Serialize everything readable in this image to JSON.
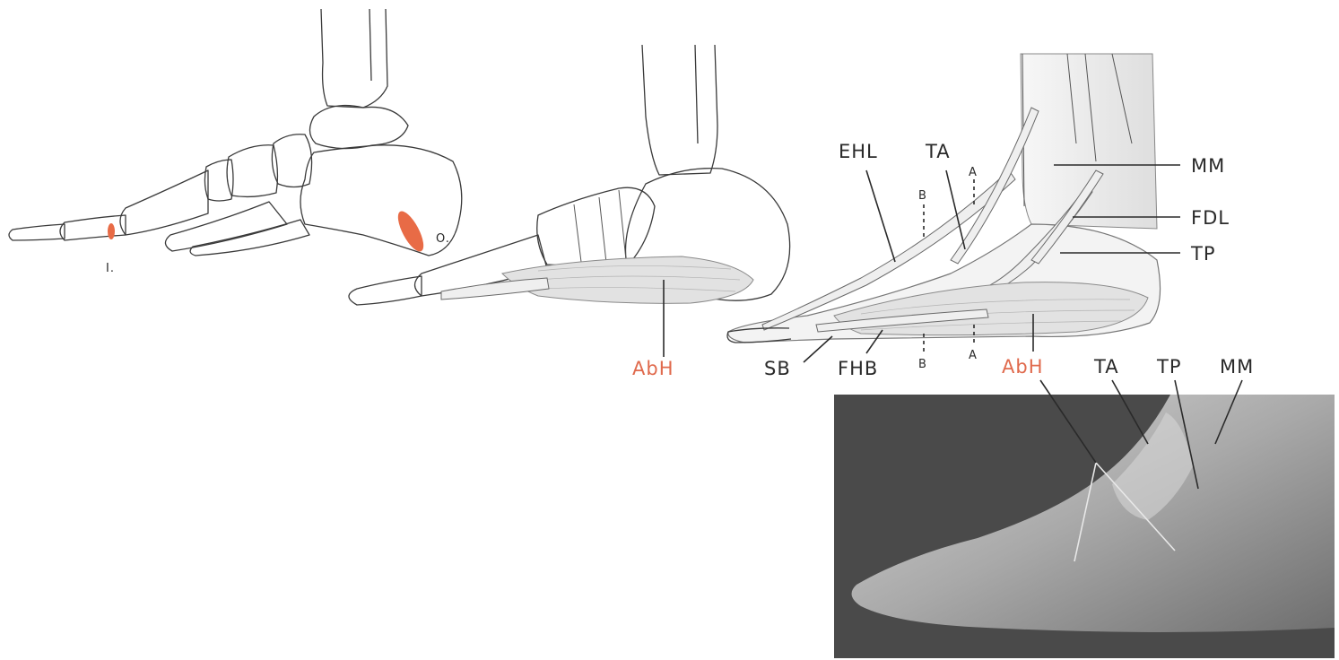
{
  "figure1": {
    "labels": {
      "insertion": "I.",
      "origin": "O."
    },
    "colors": {
      "attachment": "#e86b46"
    }
  },
  "figure2": {
    "labels": {
      "muscle": "AbH"
    },
    "colors": {
      "highlight_label": "#e06a4d"
    }
  },
  "figure3": {
    "labels": {
      "ehl": "EHL",
      "ta": "TA",
      "mm": "MM",
      "fdl": "FDL",
      "tp": "TP",
      "sb": "SB",
      "fhb": "FHB",
      "abh": "AbH",
      "section_b_top": "B",
      "section_a_top": "A",
      "section_b_bottom": "B",
      "section_a_bottom": "A"
    }
  },
  "photo": {
    "labels": {
      "ta": "TA",
      "tp": "TP",
      "mm": "MM"
    },
    "colors": {
      "background": "#4a4a4a"
    }
  }
}
